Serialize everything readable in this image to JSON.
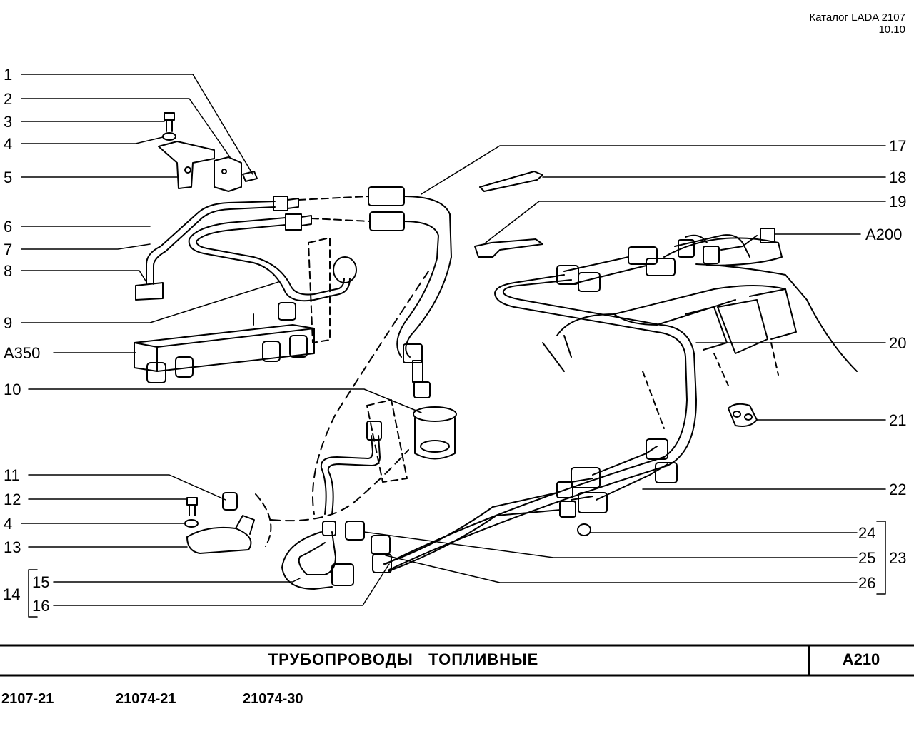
{
  "header": {
    "catalog": "Каталог LADA 2107",
    "date": "10.10"
  },
  "title": "ТРУБОПРОВОДЫ   ТОПЛИВНЫЕ",
  "code": "A210",
  "models": [
    "2107-21",
    "21074-21",
    "21074-30"
  ],
  "callouts_left": [
    {
      "label": "1"
    },
    {
      "label": "2"
    },
    {
      "label": "3"
    },
    {
      "label": "4"
    },
    {
      "label": "5"
    },
    {
      "label": "6"
    },
    {
      "label": "7"
    },
    {
      "label": "8"
    },
    {
      "label": "9"
    },
    {
      "label": "A350"
    },
    {
      "label": "10"
    },
    {
      "label": "11"
    },
    {
      "label": "12"
    },
    {
      "label": "4"
    },
    {
      "label": "13"
    },
    {
      "label": "15"
    },
    {
      "label": "16"
    }
  ],
  "callouts_right": [
    {
      "label": "17"
    },
    {
      "label": "18"
    },
    {
      "label": "19"
    },
    {
      "label": "A200"
    },
    {
      "label": "20"
    },
    {
      "label": "21"
    },
    {
      "label": "22"
    },
    {
      "label": "24"
    },
    {
      "label": "25"
    },
    {
      "label": "26"
    }
  ],
  "group_labels": {
    "left": "14",
    "right": "23"
  }
}
